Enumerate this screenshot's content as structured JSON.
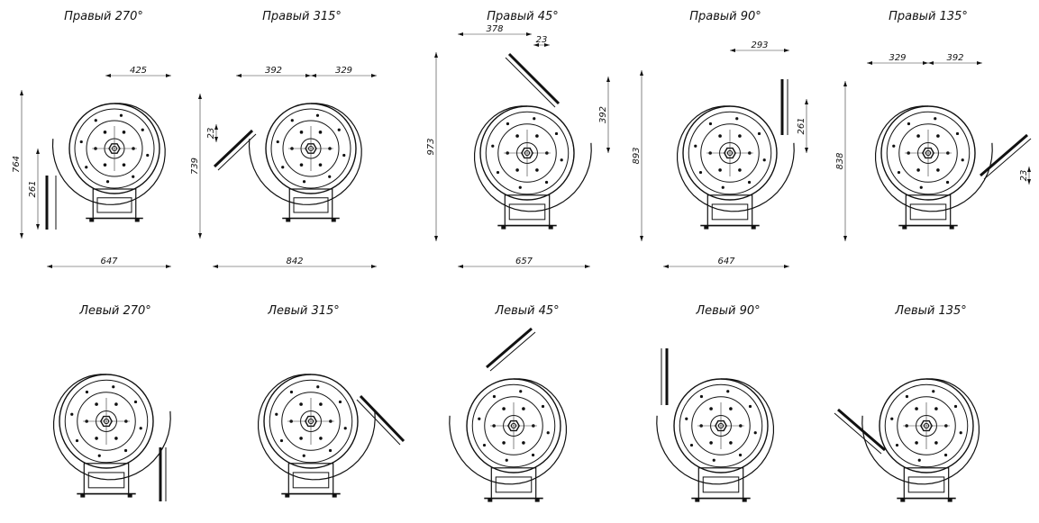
{
  "drawings": [
    {
      "title": "Правый 270°",
      "dims": [
        "425",
        "764",
        "261",
        "647"
      ]
    },
    {
      "title": "Правый 315°",
      "dims": [
        "392",
        "329",
        "739",
        "23",
        "842"
      ]
    },
    {
      "title": "Правый 45°",
      "dims": [
        "378",
        "23",
        "973",
        "392",
        "657"
      ]
    },
    {
      "title": "Правый 90°",
      "dims": [
        "293",
        "893",
        "261",
        "647"
      ]
    },
    {
      "title": "Правый 135°",
      "dims": [
        "329",
        "392",
        "838",
        "23"
      ]
    },
    {
      "title": "Левый 270°",
      "dims": []
    },
    {
      "title": "Левый 315°",
      "dims": []
    },
    {
      "title": "Левый 45°",
      "dims": []
    },
    {
      "title": "Левый 90°",
      "dims": []
    },
    {
      "title": "Левый 135°",
      "dims": []
    }
  ]
}
